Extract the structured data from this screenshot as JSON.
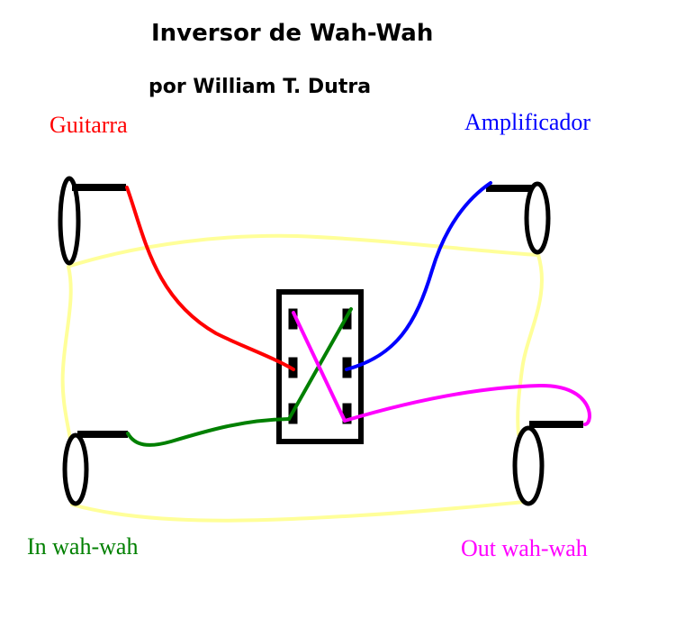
{
  "title": "Inversor de Wah-Wah",
  "subtitle": "por William T. Dutra",
  "labels": {
    "guitar": "Guitarra",
    "amplifier": "Amplificador",
    "in_wah": "In wah-wah",
    "out_wah": "Out wah-wah"
  },
  "colors": {
    "guitar": "#ff0000",
    "amplifier": "#0000ff",
    "in_wah": "#008000",
    "out_wah": "#ff00ff",
    "ground": "#ffff99",
    "component": "#000000"
  },
  "components": {
    "jacks": [
      "guitar-jack",
      "amplifier-jack",
      "in-wah-jack",
      "out-wah-jack"
    ],
    "switch": "dpdt-switch"
  }
}
